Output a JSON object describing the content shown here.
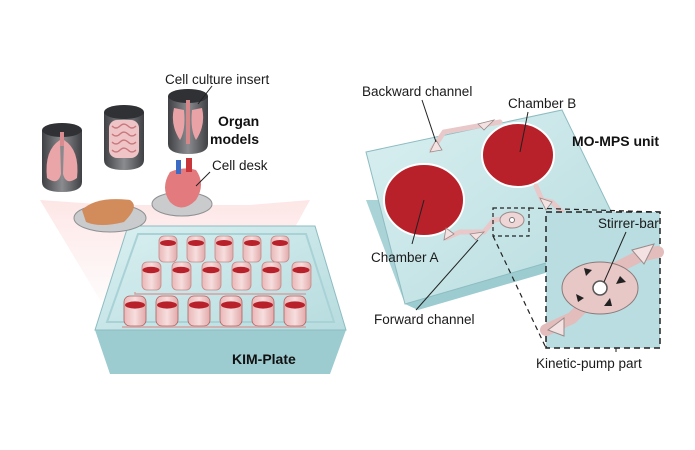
{
  "left_panel": {
    "labels": {
      "insert": "Cell culture insert",
      "organ_line1": "Organ",
      "organ_line2": "models",
      "desk": "Cell desk",
      "plate": "KIM-Plate"
    }
  },
  "right_panel": {
    "labels": {
      "backward": "Backward channel",
      "chamber_b": "Chamber B",
      "unit": "MO-MPS unit",
      "stirrer": "Stirrer-bar",
      "chamber_a": "Chamber A",
      "forward": "Forward channel",
      "pump": "Kinetic-pump part"
    }
  },
  "colors": {
    "chamber_red": "#b8202a",
    "plate_teal": "#c6e4e6",
    "insert_gray": "#5a5c60",
    "organ_pink": "#e9a3a6"
  }
}
